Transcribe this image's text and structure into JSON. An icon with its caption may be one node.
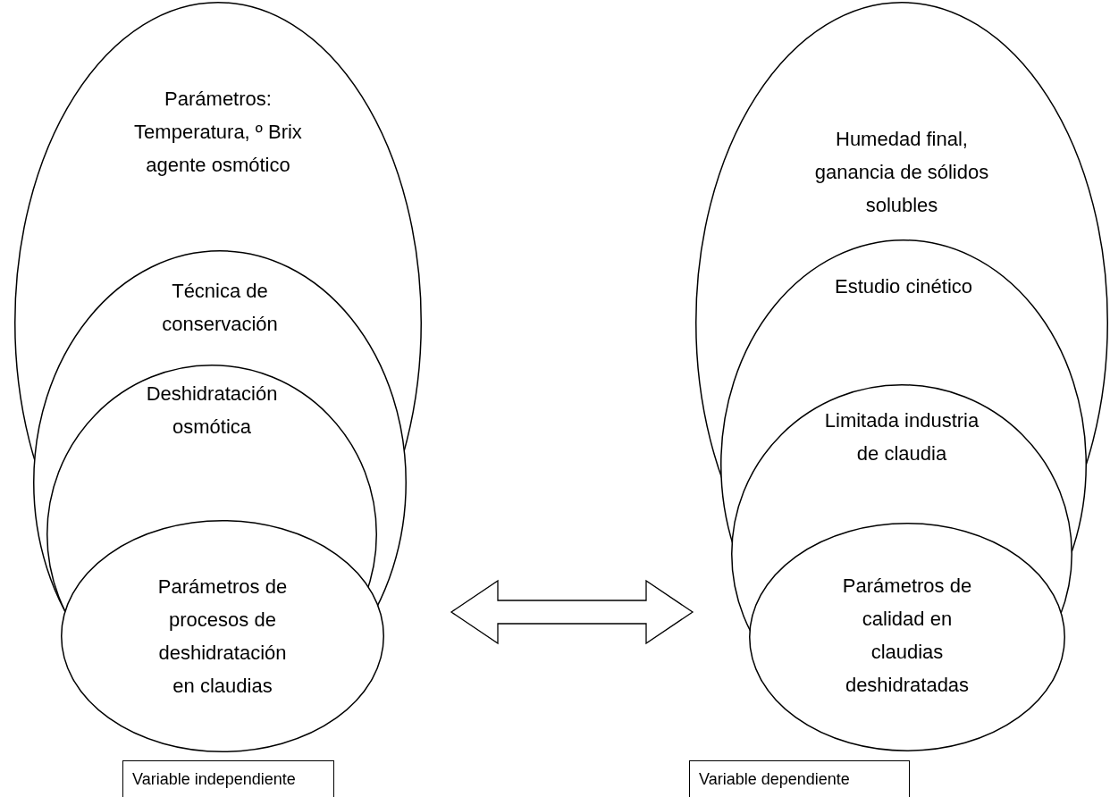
{
  "diagram": {
    "nodes": [
      {
        "text": [
          "Parámetros: Temperatura, º Brix agente osmótico"
        ]
      },
      {
        "text": [
          "Técnica de conservación"
        ]
      },
      {
        "text": [
          "Deshidratación osmótica"
        ],
        "in": 1
      },
      {
        "text": [
          "Parámetros de procesos de deshidratación en claudias"
        ]
      },
      {
        "text": [
          "Humedad final, ganancia de sólidos solubles"
        ]
      },
      {
        "text": [
          "Estudio cinético"
        ]
      },
      {
        "text": [
          "Limitada industria de claudia"
        ]
      },
      {
        "text": [
          "Parámetros de calidad en claudias deshidratadas"
        ]
      },
      {
        "text": [
          "Variable independiente"
        ]
      },
      {
        "text": [
          "Variable dependiente"
        ]
      }
    ],
    "edges": [
      {
        "from": 3,
        "to": 7,
        "arrow": "both"
      }
    ]
  }
}
